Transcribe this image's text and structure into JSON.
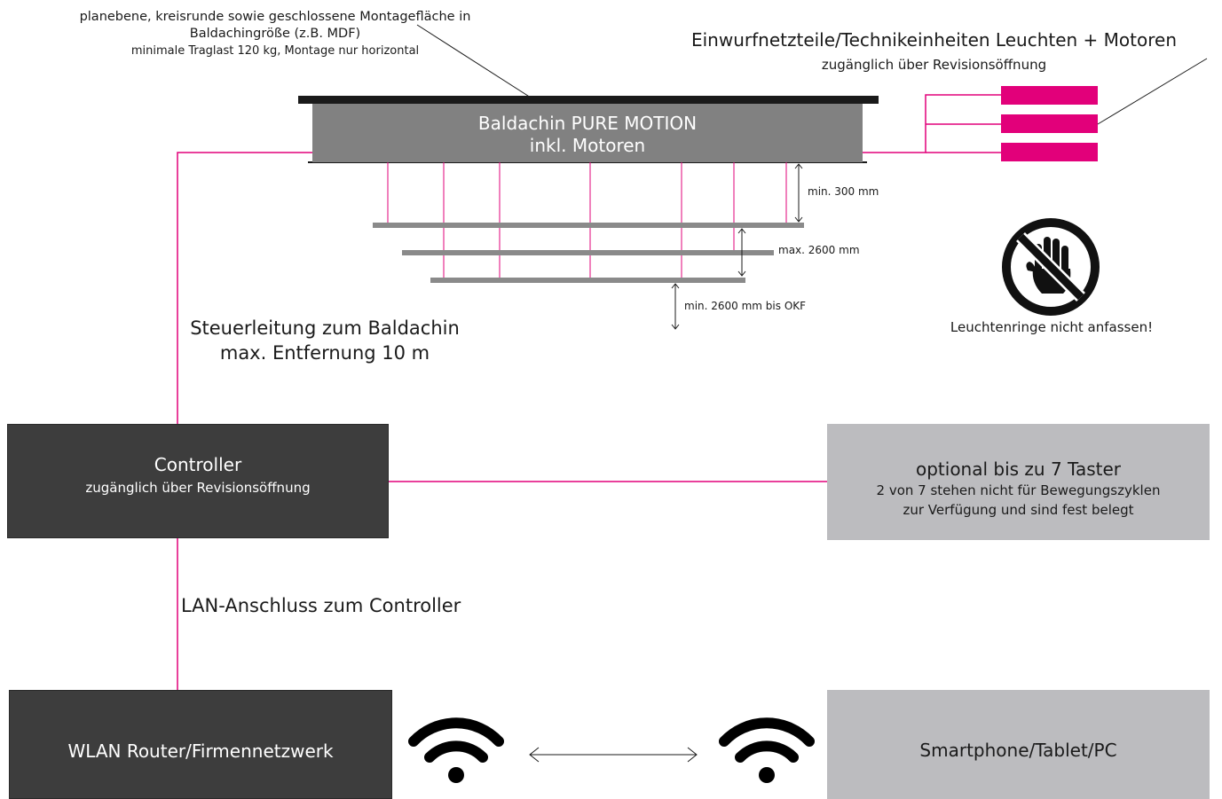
{
  "mounting_note": {
    "line1": "planebene, kreisrunde sowie geschlossene Montagefläche in",
    "line2": "Baldachingröße (z.B. MDF)",
    "line3": "minimale Traglast 120 kg, Montage nur horizontal"
  },
  "power_units": {
    "title": "Einwurfnetzteile/Technikeinheiten Leuchten + Motoren",
    "subtitle": "zugänglich über Revisionsöffnung"
  },
  "canopy": {
    "line1": "Baldachin PURE MOTION",
    "line2": "inkl. Motoren"
  },
  "dimensions": {
    "min_top": "min. 300 mm",
    "max_travel": "max. 2600 mm",
    "min_floor": "min. 2600 mm bis OKF"
  },
  "warning": {
    "icon": "do-not-touch-icon",
    "label": "Leuchtenringe nicht anfassen!"
  },
  "control_cable": {
    "line1": "Steuerleitung zum Baldachin",
    "line2": "max. Entfernung 10 m"
  },
  "controller": {
    "title": "Controller",
    "subtitle": "zugänglich über Revisionsöffnung"
  },
  "buttons_box": {
    "title": "optional bis zu 7 Taster",
    "line2": "2 von 7 stehen nicht für Bewegungszyklen",
    "line3": "zur Verfügung und sind fest belegt"
  },
  "lan_label": "LAN-Anschluss zum Controller",
  "router": {
    "label": "WLAN Router/Firmennetzwerk",
    "icon": "wifi-icon"
  },
  "devices": {
    "label": "Smartphone/Tablet/PC",
    "icon": "wifi-icon"
  },
  "colors": {
    "accent": "#e2007a",
    "dark_box": "#3d3d3d",
    "light_box": "#bcbcbf",
    "canopy": "#818181",
    "ring": "#8a8a8a"
  }
}
